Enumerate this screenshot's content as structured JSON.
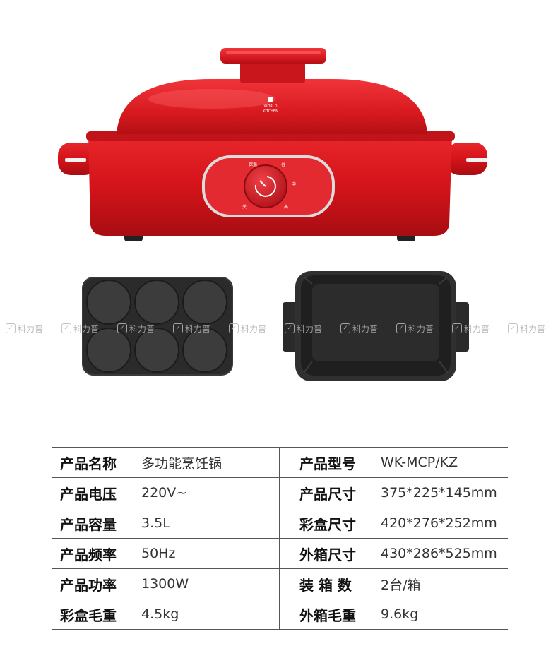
{
  "product": {
    "logo_lines": [
      "WORLD",
      "KITCHEN"
    ],
    "dial_labels": [
      "保温",
      "低",
      "中",
      "关",
      "高"
    ]
  },
  "watermark": {
    "text": "科力普",
    "repeat": 10
  },
  "spec_table": {
    "rows": [
      {
        "left_label": "产品名称",
        "left_value": "多功能烹饪锅",
        "right_label": "产品型号",
        "right_value": "WK-MCP/KZ"
      },
      {
        "left_label": "产品电压",
        "left_value": "220V~",
        "right_label": "产品尺寸",
        "right_value": "375*225*145mm"
      },
      {
        "left_label": "产品容量",
        "left_value": "3.5L",
        "right_label": "彩盒尺寸",
        "right_value": "420*276*252mm"
      },
      {
        "left_label": "产品频率",
        "left_value": "50Hz",
        "right_label": "外箱尺寸",
        "right_value": "430*286*525mm"
      },
      {
        "left_label": "产品功率",
        "left_value": "1300W",
        "right_label": "装 箱 数",
        "right_value": "2台/箱"
      },
      {
        "left_label": "彩盒毛重",
        "left_value": "4.5kg",
        "right_label": "外箱毛重",
        "right_value": "9.6kg"
      }
    ]
  },
  "colors": {
    "pot_red": "#d4141a",
    "pot_dark_red": "#a80d12",
    "plate_black": "#2a2a2a",
    "table_line": "#555555"
  }
}
